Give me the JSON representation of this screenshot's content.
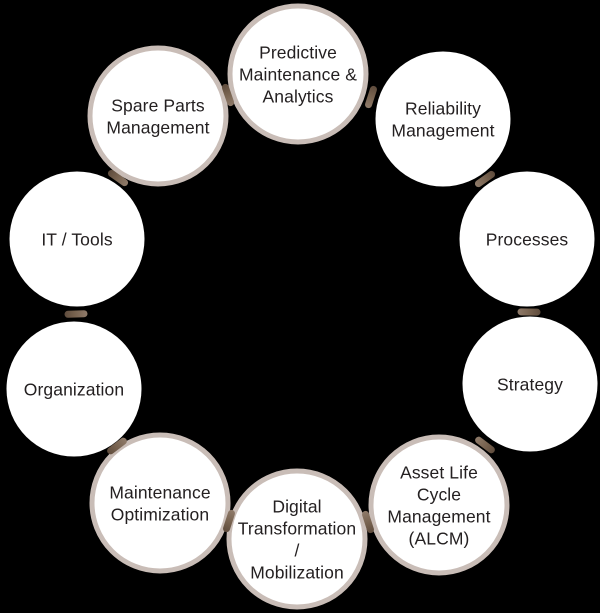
{
  "diagram": {
    "description": "Ring of ten circular topic nodes connected by small brown links",
    "background_color": "#000000",
    "node_fill_color": "#ffffff",
    "node_ring_color": "#c9bdb7",
    "connector_color": "#6f5b4a",
    "text_color": "#242021",
    "nodes": [
      {
        "id": "predictive-maintenance-analytics",
        "label": "Predictive\nMaintenance &\nAnalytics",
        "ringed": true
      },
      {
        "id": "reliability-management",
        "label": "Reliability\nManagement",
        "ringed": false
      },
      {
        "id": "processes",
        "label": "Processes",
        "ringed": false
      },
      {
        "id": "strategy",
        "label": "Strategy",
        "ringed": false
      },
      {
        "id": "asset-life-cycle-management",
        "label": "Asset Life Cycle\nManagement\n(ALCM)",
        "ringed": true
      },
      {
        "id": "digital-transformation-mobilization",
        "label": "Digital\nTransformation /\nMobilization",
        "ringed": true
      },
      {
        "id": "maintenance-optimization",
        "label": "Maintenance\nOptimization",
        "ringed": true
      },
      {
        "id": "organization",
        "label": "Organization",
        "ringed": false
      },
      {
        "id": "it-tools",
        "label": "IT / Tools",
        "ringed": false
      },
      {
        "id": "spare-parts-management",
        "label": "Spare Parts\nManagement",
        "ringed": true
      }
    ]
  }
}
